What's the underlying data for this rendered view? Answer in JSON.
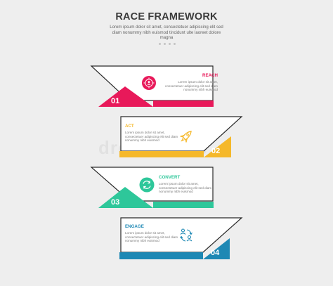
{
  "title": "RACE FRAMEWORK",
  "subtitle": "Lorem ipsum dolor sit amet, consectetuer adipiscing elit sed diam nonummy nibh euismod tincidunt ulte laoreet dolore magna",
  "watermark": "dreamstime",
  "colors": {
    "reach": "#e8195a",
    "act": "#f5b82a",
    "convert": "#2ec79a",
    "engage": "#1e88b4",
    "outline": "#2a2a2a",
    "background": "#eeeeee"
  },
  "steps": [
    {
      "title": "REACH",
      "number": "01",
      "icon": "user-target-icon",
      "description": "Lorem ipsum dolor sit amet, consectetuer adipiscing elit sed diam nonummy nibh euismod"
    },
    {
      "title": "ACT",
      "number": "02",
      "icon": "rocket-icon",
      "description": "Lorem ipsum dolor sit amet, consectetuer adipiscing elit sed diam nonummy nibh euismod"
    },
    {
      "title": "CONVERT",
      "number": "03",
      "icon": "refresh-cycle-icon",
      "description": "Lorem ipsum dolor sit amet, consectetuer adipiscing elit sed diam nonummy nibh euismod"
    },
    {
      "title": "ENGAGE",
      "number": "04",
      "icon": "people-exchange-icon",
      "description": "Lorem ipsum dolor sit amet, consectetuer adipiscing elit sed diam nonummy nibh euismod"
    }
  ]
}
